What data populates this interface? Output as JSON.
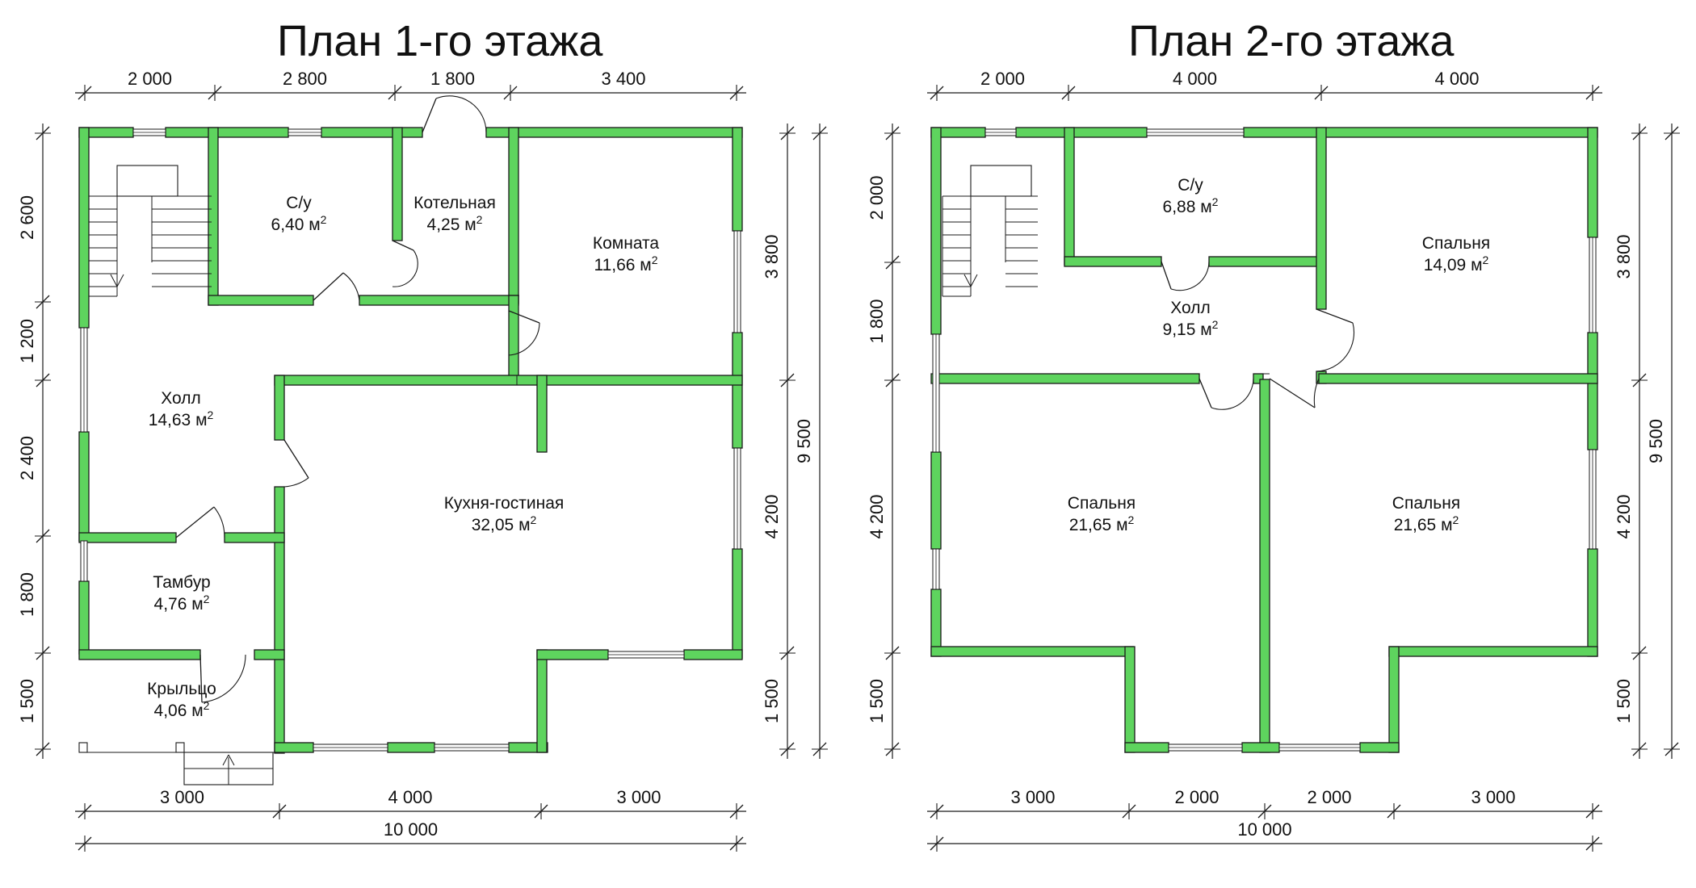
{
  "colors": {
    "wall": "#5ed45e",
    "wall_outline": "#1a1a1a",
    "line": "#1a1a1a",
    "background": "#ffffff"
  },
  "floor1": {
    "title": "План 1-го этажа",
    "dims_top": [
      "2 000",
      "2 800",
      "1 800",
      "3 400"
    ],
    "dims_left": [
      "2 600",
      "1 200",
      "2 400",
      "1 800",
      "1 500"
    ],
    "dims_right": [
      "3 800",
      "4 200",
      "1 500"
    ],
    "dim_right_total": "9 500",
    "dims_bottom": [
      "3 000",
      "4 000",
      "3 000"
    ],
    "dim_bottom_total": "10 000",
    "rooms": [
      {
        "name": "С/у",
        "area": "6,40"
      },
      {
        "name": "Котельная",
        "area": "4,25"
      },
      {
        "name": "Комната",
        "area": "11,66"
      },
      {
        "name": "Холл",
        "area": "14,63"
      },
      {
        "name": "Кухня-гостиная",
        "area": "32,05"
      },
      {
        "name": "Тамбур",
        "area": "4,76"
      },
      {
        "name": "Крыльцо",
        "area": "4,06"
      }
    ]
  },
  "floor2": {
    "title": "План 2-го этажа",
    "dims_top": [
      "2 000",
      "4 000",
      "4 000"
    ],
    "dims_left": [
      "2 000",
      "1 800",
      "4 200",
      "1 500"
    ],
    "dims_right": [
      "3 800",
      "4 200",
      "1 500"
    ],
    "dim_right_total": "9 500",
    "dims_bottom": [
      "3 000",
      "2 000",
      "2 000",
      "3 000"
    ],
    "dim_bottom_total": "10 000",
    "rooms": [
      {
        "name": "С/у",
        "area": "6,88"
      },
      {
        "name": "Спальня",
        "area": "14,09"
      },
      {
        "name": "Холл",
        "area": "9,15"
      },
      {
        "name": "Спальня",
        "area": "21,65"
      },
      {
        "name": "Спальня",
        "area": "21,65"
      }
    ]
  },
  "area_unit": "м",
  "area_unit_sup": "2"
}
